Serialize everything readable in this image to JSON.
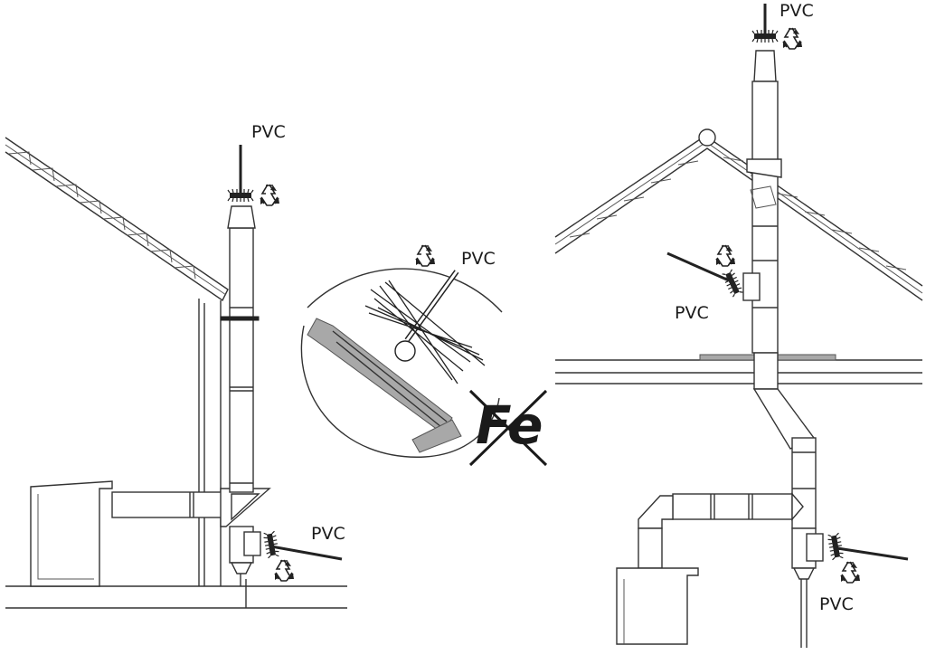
{
  "labels": {
    "left_top": "PVC",
    "left_bottom": "PVC",
    "center_detail": "PVC",
    "right_top": "PVC",
    "right_mid": "PVC",
    "right_bottom": "PVC"
  },
  "fe_symbol": "Fe",
  "icons": {
    "recycle": "recycle-icon",
    "brush": "chimney-brush-icon",
    "prohibited": "crossed-out-icon"
  },
  "colors": {
    "line": "#333333",
    "fill_gray": "#a8a8a8",
    "background": "#ffffff"
  }
}
